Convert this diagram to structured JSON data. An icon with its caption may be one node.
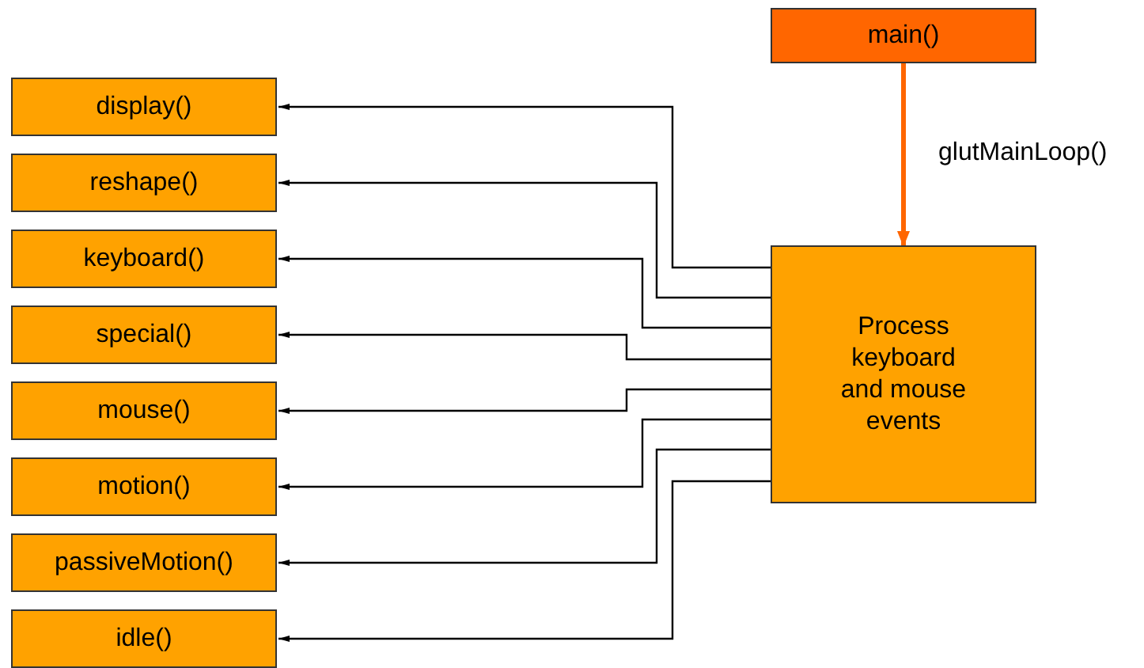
{
  "diagram": {
    "nodes": [
      {
        "text": [
          "main()"
        ]
      },
      {
        "text": [
          "Process keyboard and mouse events"
        ]
      },
      {
        "text": [
          "display()"
        ]
      },
      {
        "text": [
          "reshape()"
        ]
      },
      {
        "text": [
          "keyboard()"
        ]
      },
      {
        "text": [
          "special()"
        ]
      },
      {
        "text": [
          "mouse()"
        ]
      },
      {
        "text": [
          "motion()"
        ]
      },
      {
        "text": [
          "passiveMotion()"
        ]
      },
      {
        "text": [
          "idle()"
        ]
      }
    ],
    "edges": [
      {
        "from": 0,
        "to": 1,
        "arrow": "to",
        "label": "glutMainLoop()",
        "style": "thick",
        "color": "#ff6600"
      },
      {
        "from": 1,
        "to": 2,
        "arrow": "to"
      },
      {
        "from": 1,
        "to": 3,
        "arrow": "to"
      },
      {
        "from": 1,
        "to": 4,
        "arrow": "to"
      },
      {
        "from": 1,
        "to": 5,
        "arrow": "to"
      },
      {
        "from": 1,
        "to": 6,
        "arrow": "to"
      },
      {
        "from": 1,
        "to": 7,
        "arrow": "to"
      },
      {
        "from": 1,
        "to": 8,
        "arrow": "to"
      },
      {
        "from": 1,
        "to": 9,
        "arrow": "to"
      }
    ]
  }
}
